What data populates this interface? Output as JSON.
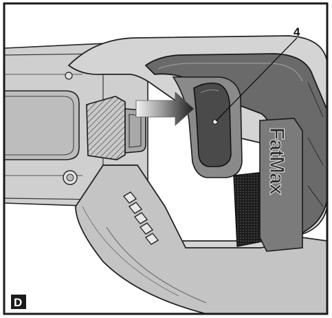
{
  "figure": {
    "callout_label": "4",
    "panel_label": "D",
    "brand_text": "FatMax"
  },
  "colors": {
    "frame": "#1a1a1a",
    "body_light": "#cfcfcf",
    "body_mid": "#9a9a9a",
    "handle_dark": "#5c5c5c",
    "trigger": "#4a4a4a",
    "arrow_light": "#f0f0f0",
    "arrow_dark": "#2b2b2b"
  }
}
